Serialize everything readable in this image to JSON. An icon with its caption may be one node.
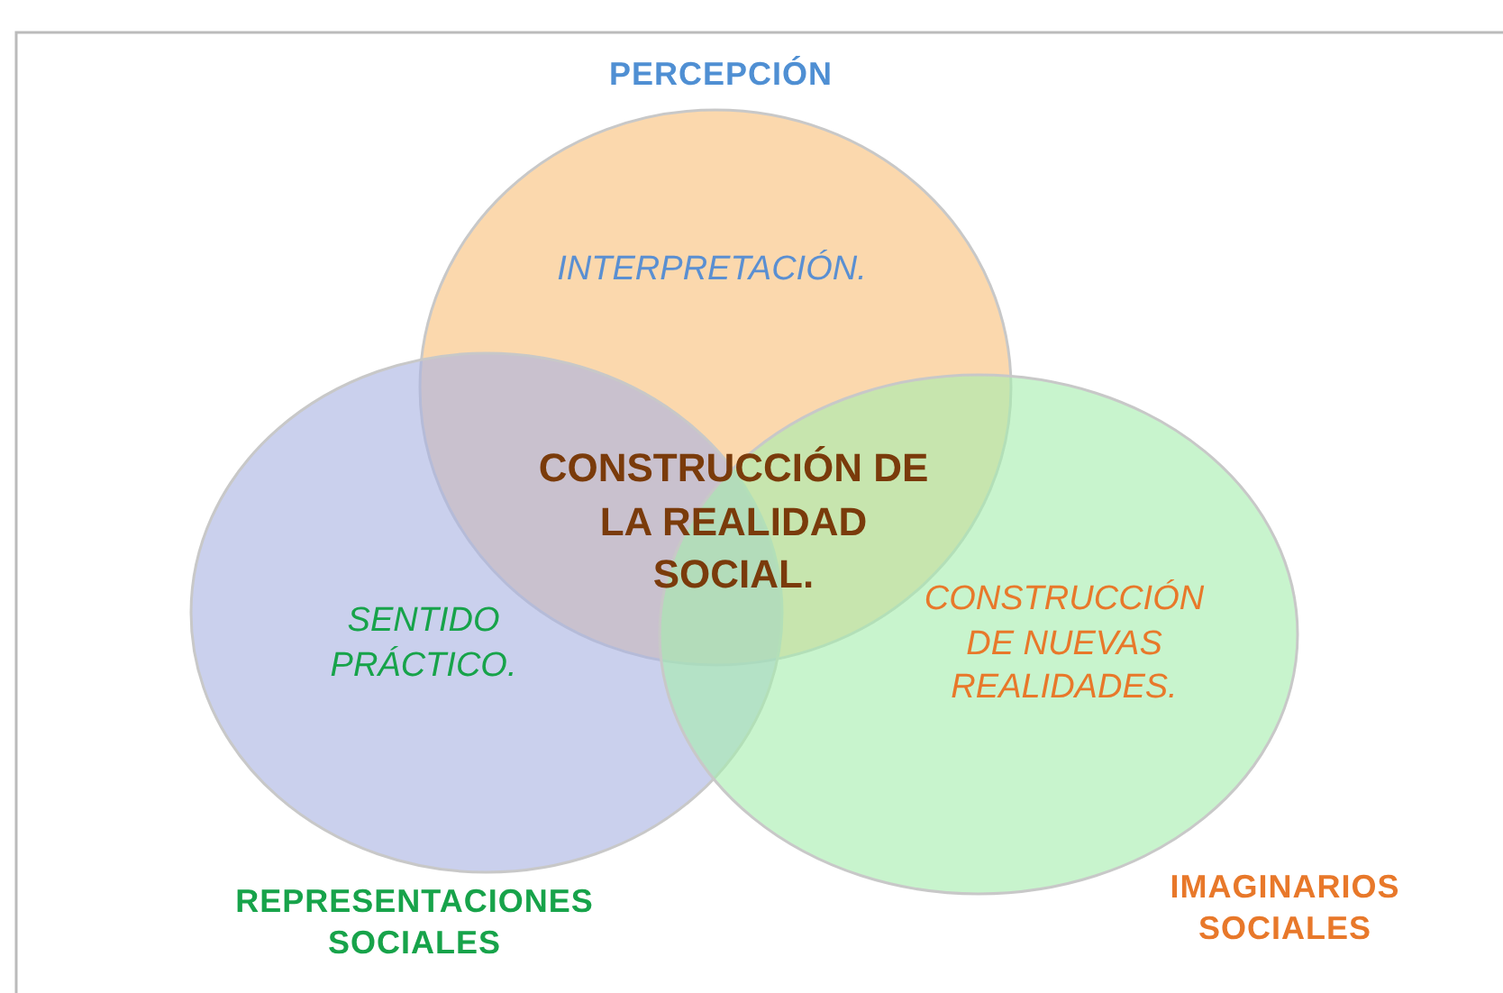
{
  "diagram": {
    "nodes": [
      {
        "text": [
          "PERCEPCIÓN",
          "INTERPRETACIÓN."
        ]
      },
      {
        "text": [
          "SENTIDO PRÁCTICO.",
          "REPRESENTACIONES SOCIALES"
        ]
      },
      {
        "text": [
          "CONSTRUCCIÓN DE NUEVAS REALIDADES.",
          "IMAGINARIOS SOCIALES"
        ]
      }
    ],
    "labels": [
      "CONSTRUCCIÓN DE LA REALIDAD SOCIAL."
    ]
  }
}
